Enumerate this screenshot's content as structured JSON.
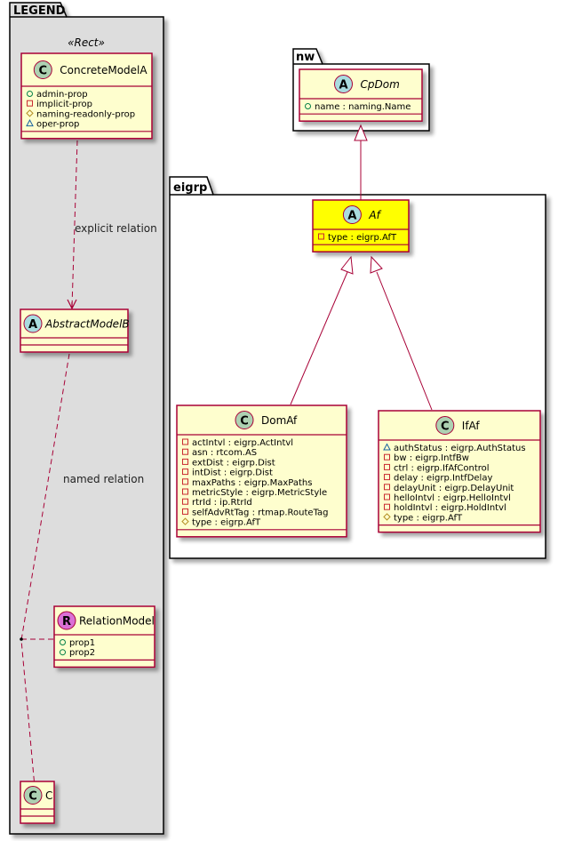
{
  "colors": {
    "class_fill": "#FEFECE",
    "highlight_fill": "#FFFF00",
    "border": "#A80036",
    "legend_bg": "#DDDDDD",
    "package_bg": "#FFFFFF",
    "circle_class": "#ADD1B2",
    "circle_abstract": "#A9DCDF",
    "circle_relation": "#DA70D6",
    "public": "#038048",
    "private": "#C82930",
    "protected": "#B38D22",
    "package_private": "#1963A0"
  },
  "legend": {
    "title": "LEGEND",
    "stereotype": "«Rect»",
    "concrete": {
      "letter": "C",
      "name": "ConcreteModelA",
      "attrs": [
        {
          "vis": "public",
          "icon": "circle-icon",
          "text": "admin-prop"
        },
        {
          "vis": "private",
          "icon": "square-icon",
          "text": "implicit-prop"
        },
        {
          "vis": "protected",
          "icon": "diamond-icon",
          "text": "naming-readonly-prop"
        },
        {
          "vis": "package_private",
          "icon": "triangle-icon",
          "text": "oper-prop"
        }
      ]
    },
    "abstract": {
      "letter": "A",
      "name": "AbstractModelB"
    },
    "relation_model": {
      "letter": "R",
      "name": "RelationModel",
      "attrs": [
        {
          "vis": "public",
          "icon": "circle-icon",
          "text": "prop1"
        },
        {
          "vis": "public",
          "icon": "circle-icon",
          "text": "prop2"
        }
      ]
    },
    "target": {
      "letter": "C",
      "name": "C"
    },
    "explicit_label": "explicit relation",
    "named_label": "named relation"
  },
  "packages": {
    "nw": {
      "title": "nw",
      "cpdom": {
        "letter": "A",
        "name": "CpDom",
        "attrs": [
          {
            "vis": "public",
            "icon": "circle-icon",
            "text": "name : naming.Name"
          }
        ]
      }
    },
    "eigrp": {
      "title": "eigrp",
      "af": {
        "letter": "A",
        "name": "Af",
        "attrs": [
          {
            "vis": "private",
            "icon": "square-icon",
            "text": "type : eigrp.AfT"
          }
        ]
      },
      "domaf": {
        "letter": "C",
        "name": "DomAf",
        "attrs": [
          {
            "vis": "private",
            "icon": "square-icon",
            "text": "actIntvl : eigrp.ActIntvl"
          },
          {
            "vis": "private",
            "icon": "square-icon",
            "text": "asn : rtcom.AS"
          },
          {
            "vis": "private",
            "icon": "square-icon",
            "text": "extDist : eigrp.Dist"
          },
          {
            "vis": "private",
            "icon": "square-icon",
            "text": "intDist : eigrp.Dist"
          },
          {
            "vis": "private",
            "icon": "square-icon",
            "text": "maxPaths : eigrp.MaxPaths"
          },
          {
            "vis": "private",
            "icon": "square-icon",
            "text": "metricStyle : eigrp.MetricStyle"
          },
          {
            "vis": "private",
            "icon": "square-icon",
            "text": "rtrId : ip.RtrId"
          },
          {
            "vis": "private",
            "icon": "square-icon",
            "text": "selfAdvRtTag : rtmap.RouteTag"
          },
          {
            "vis": "protected",
            "icon": "diamond-icon",
            "text": "type : eigrp.AfT"
          }
        ]
      },
      "ifaf": {
        "letter": "C",
        "name": "IfAf",
        "attrs": [
          {
            "vis": "package_private",
            "icon": "triangle-icon",
            "text": "authStatus : eigrp.AuthStatus"
          },
          {
            "vis": "private",
            "icon": "square-icon",
            "text": "bw : eigrp.IntfBw"
          },
          {
            "vis": "private",
            "icon": "square-icon",
            "text": "ctrl : eigrp.IfAfControl"
          },
          {
            "vis": "private",
            "icon": "square-icon",
            "text": "delay : eigrp.IntfDelay"
          },
          {
            "vis": "private",
            "icon": "square-icon",
            "text": "delayUnit : eigrp.DelayUnit"
          },
          {
            "vis": "private",
            "icon": "square-icon",
            "text": "helloIntvl : eigrp.HelloIntvl"
          },
          {
            "vis": "private",
            "icon": "square-icon",
            "text": "holdIntvl : eigrp.HoldIntvl"
          },
          {
            "vis": "protected",
            "icon": "diamond-icon",
            "text": "type : eigrp.AfT"
          }
        ]
      }
    }
  }
}
